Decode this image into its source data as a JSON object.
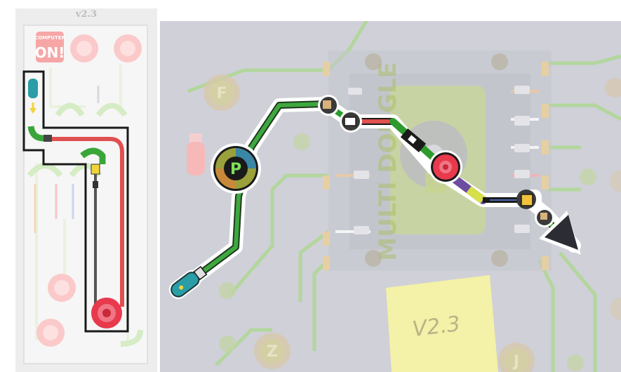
{
  "sidebar": {
    "version": "v2.3",
    "logo_line1": "COMPUTER",
    "logo_line2": "ON!"
  },
  "board": {
    "sticky_note": "V2.3",
    "chip_text": "MULTI DONGLE",
    "node_labels": {
      "f": "F",
      "p": "P",
      "z": "Z",
      "j": "J"
    }
  },
  "colors": {
    "background": "#cfd0d8",
    "trace": "#9ed98a",
    "path_green": "#2d9b2d",
    "cable_red": "#e05050",
    "connector_teal": "#2a9da6",
    "node_red": "#e8394d",
    "arrow": "#2c2c34",
    "sticky_note": "#f4f1a8"
  }
}
